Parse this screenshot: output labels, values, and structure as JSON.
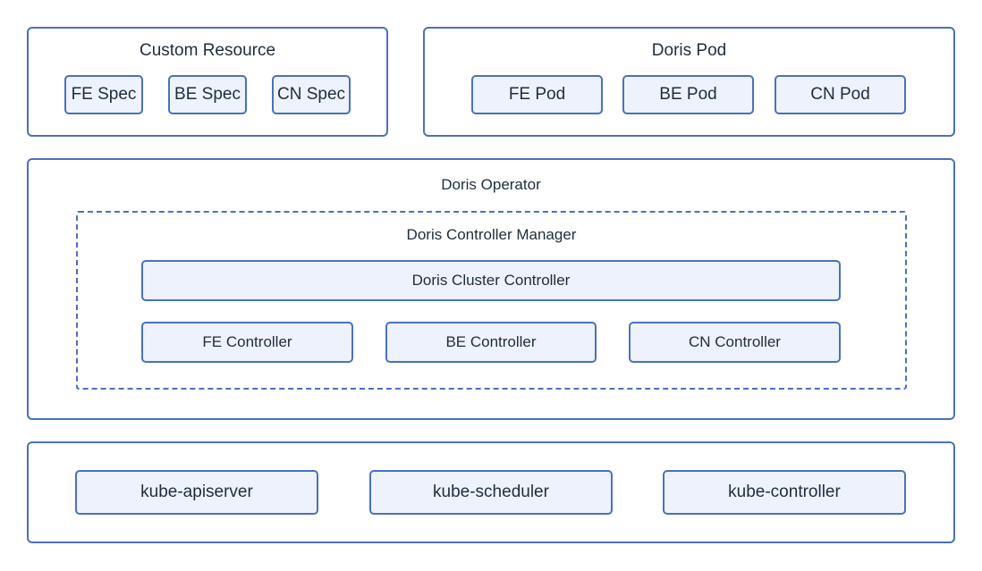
{
  "custom_resource": {
    "title": "Custom Resource",
    "specs": [
      "FE Spec",
      "BE Spec",
      "CN Spec"
    ]
  },
  "doris_pod": {
    "title": "Doris Pod",
    "pods": [
      "FE Pod",
      "BE Pod",
      "CN Pod"
    ]
  },
  "operator": {
    "title": "Doris Operator",
    "manager": {
      "title": "Doris Controller Manager",
      "cluster_controller": "Doris Cluster Controller",
      "controllers": [
        "FE Controller",
        "BE Controller",
        "CN Controller"
      ]
    }
  },
  "kubernetes": {
    "components": [
      "kube-apiserver",
      "kube-scheduler",
      "kube-controller"
    ]
  },
  "colors": {
    "border": "#4a70c0",
    "box_fill": "#edf2fc",
    "text": "#1f2d3d"
  }
}
